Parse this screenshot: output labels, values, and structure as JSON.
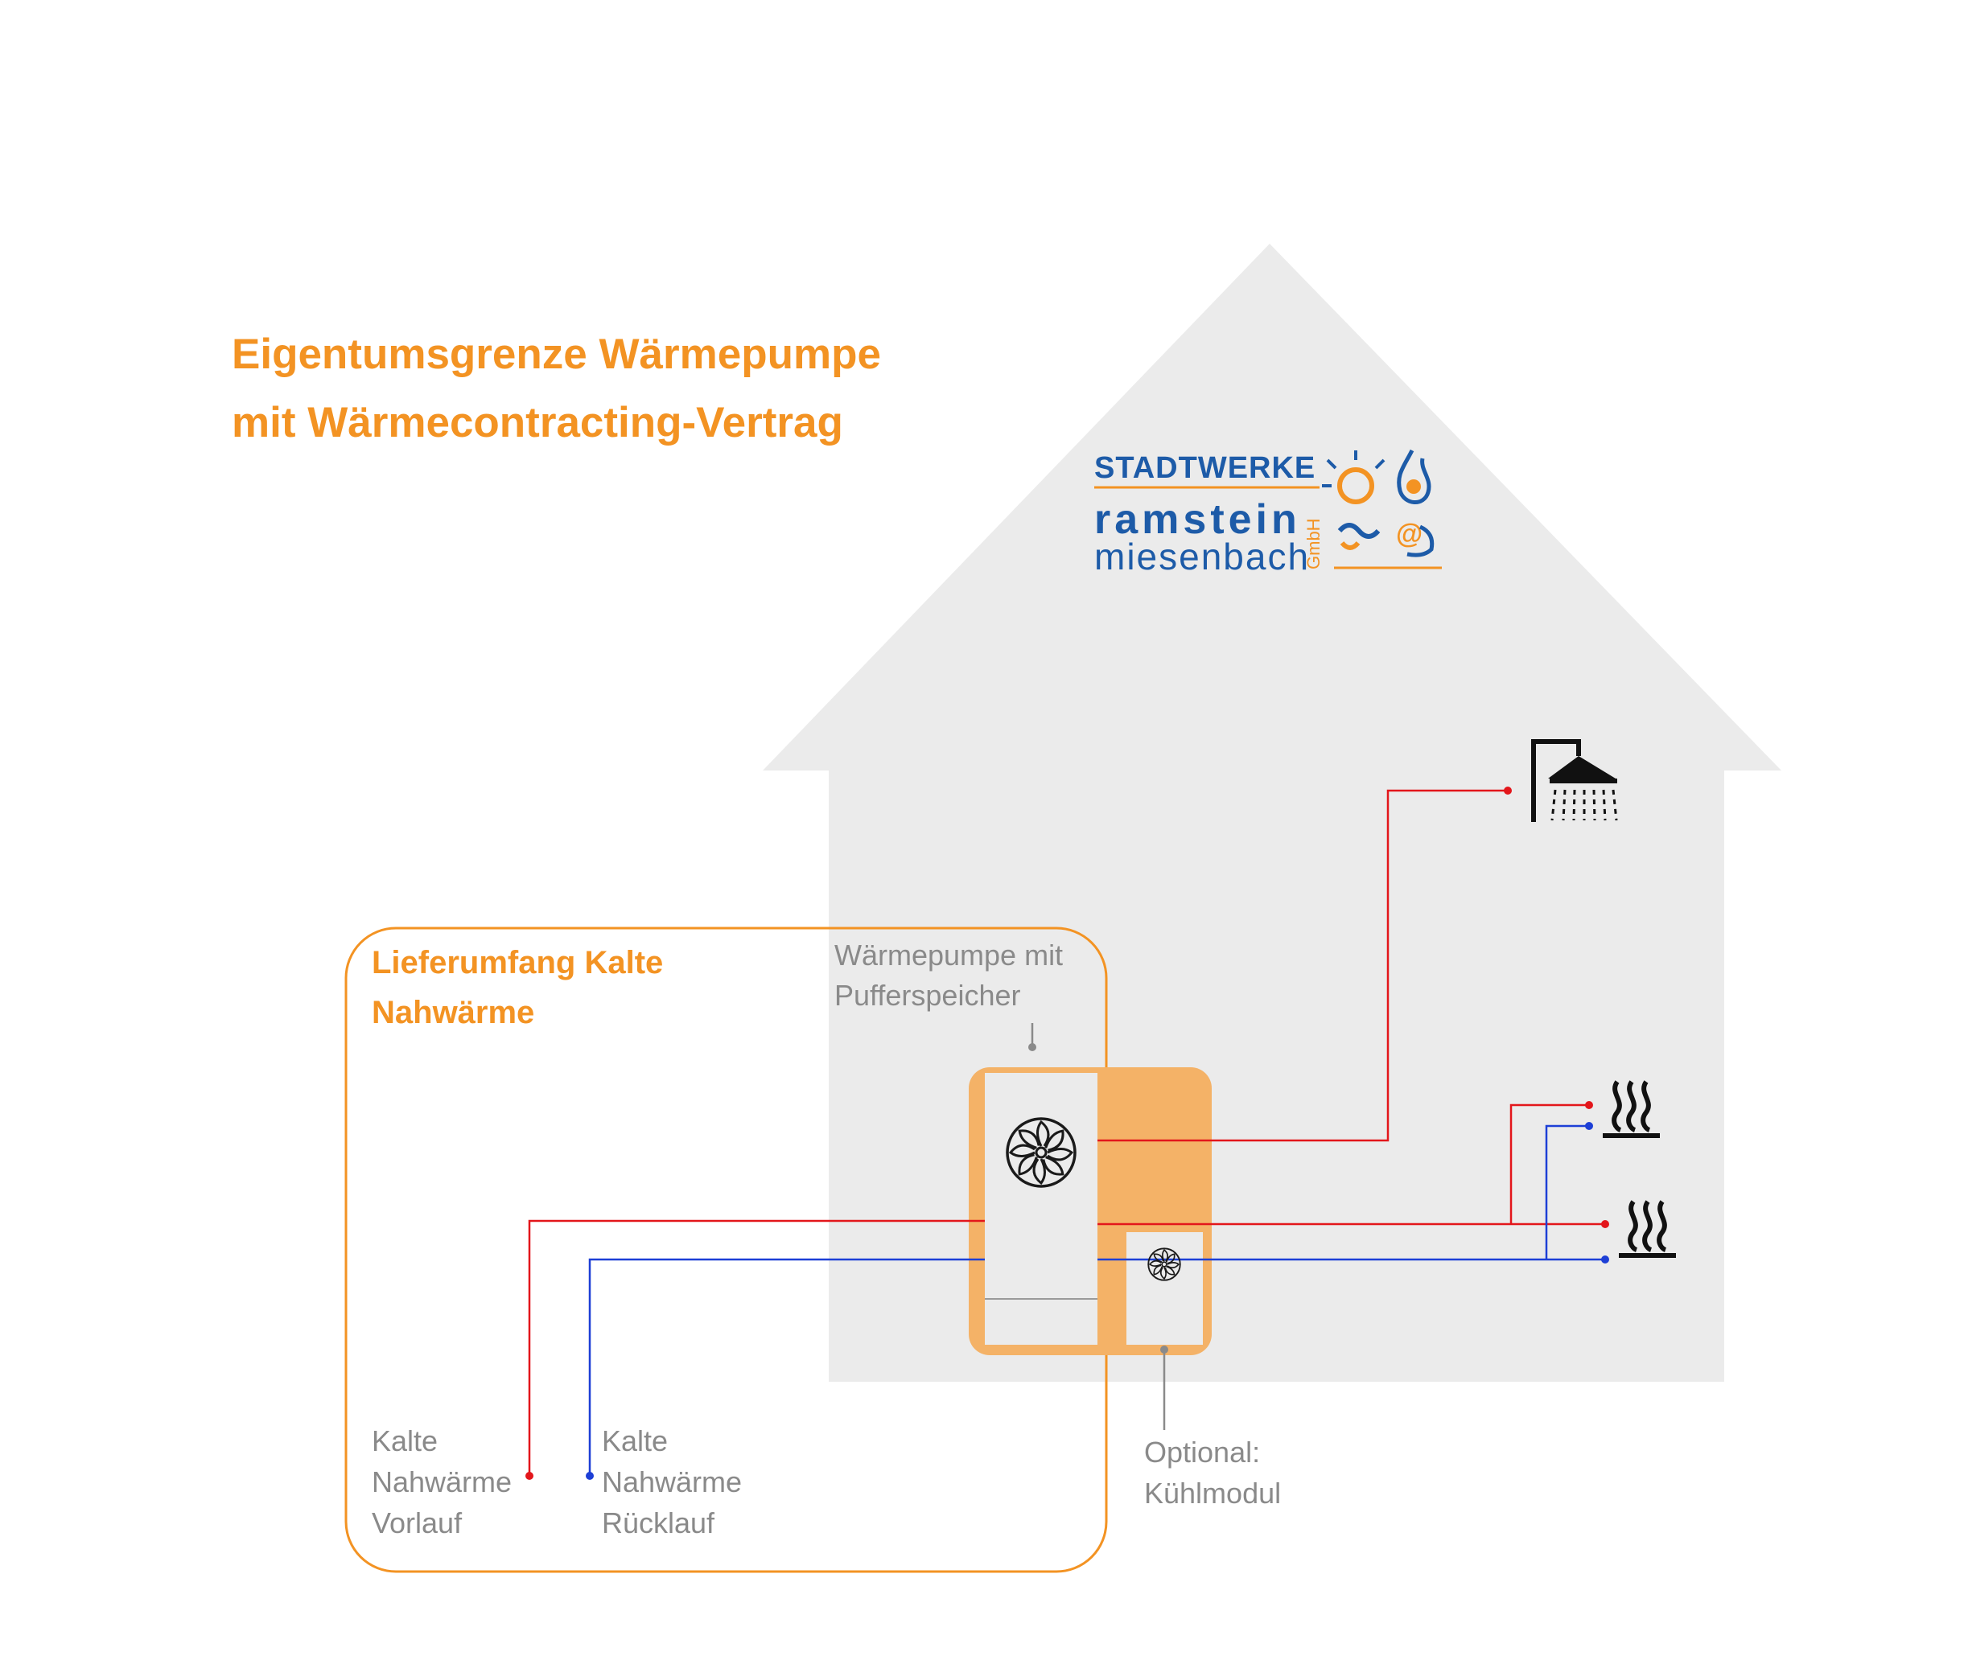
{
  "title": {
    "line1": "Eigentumsgrenze Wärmepumpe",
    "line2": "mit Wärmecontracting-Vertrag"
  },
  "logo": {
    "line1": "STADTWERKE",
    "line2": "ramstein",
    "line3": "miesenbach",
    "suffix": "GmbH"
  },
  "scope_box": {
    "line1": "Lieferumfang Kalte",
    "line2": "Nahwärme"
  },
  "heat_pump_label": {
    "line1": "Wärmepumpe mit",
    "line2": "Pufferspeicher"
  },
  "cooling_label": {
    "line1": "Optional:",
    "line2": "Kühlmodul"
  },
  "supply_label": {
    "line1": "Kalte",
    "line2": "Nahwärme",
    "line3": "Vorlauf"
  },
  "return_label": {
    "line1": "Kalte",
    "line2": "Nahwärme",
    "line3": "Rücklauf"
  },
  "icons": {
    "heat_pump_fan": "fan-icon",
    "cooling_fan": "fan-icon",
    "shower": "shower-icon",
    "radiator": "heating-icon"
  },
  "colors": {
    "accent": "#f39323",
    "house": "#ebebeb",
    "unit": "#f4b267",
    "supply_line": "#e3161b",
    "return_line": "#1d3fd6",
    "label_gray": "#8a8a8a",
    "logo_blue": "#1d5ba8"
  }
}
